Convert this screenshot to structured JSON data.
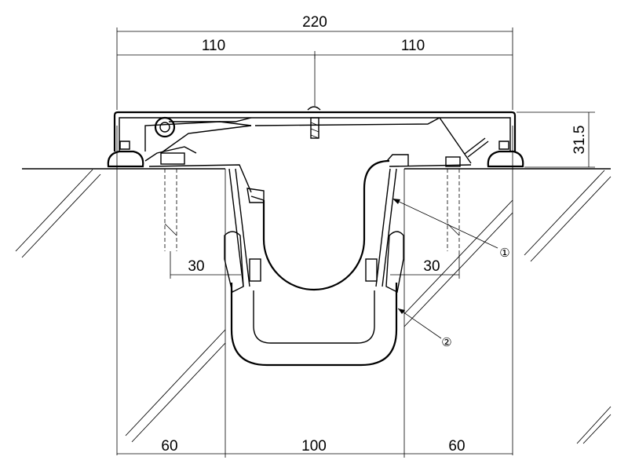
{
  "dimensions": {
    "overall_width": "220",
    "half_left": "110",
    "half_right": "110",
    "height": "31.5",
    "anchor_left": "30",
    "anchor_right": "30",
    "bottom_left": "60",
    "bottom_middle": "100",
    "bottom_right": "60"
  },
  "callouts": {
    "item1": "①",
    "item2": "②"
  }
}
